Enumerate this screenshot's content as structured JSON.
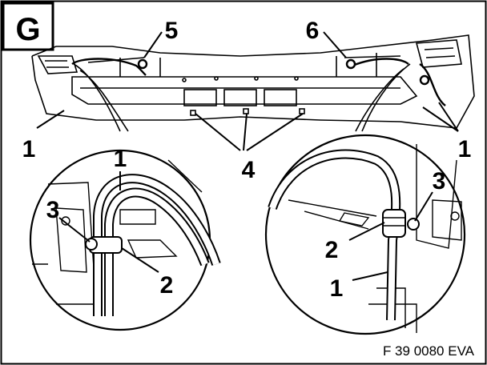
{
  "section_letter": "G",
  "figure_code": "F 39 0080 EVA",
  "callouts": {
    "c1_left": "1",
    "c1_right": "1",
    "c1_zoom_left": "1",
    "c1_zoom_right": "1",
    "c2_zoom_left": "2",
    "c2_zoom_right": "2",
    "c3_zoom_left": "3",
    "c3_zoom_right": "3",
    "c4": "4",
    "c5": "5",
    "c6": "6"
  },
  "colors": {
    "line": "#000000",
    "fill": "#ffffff",
    "shade": "#e6e6e6"
  }
}
